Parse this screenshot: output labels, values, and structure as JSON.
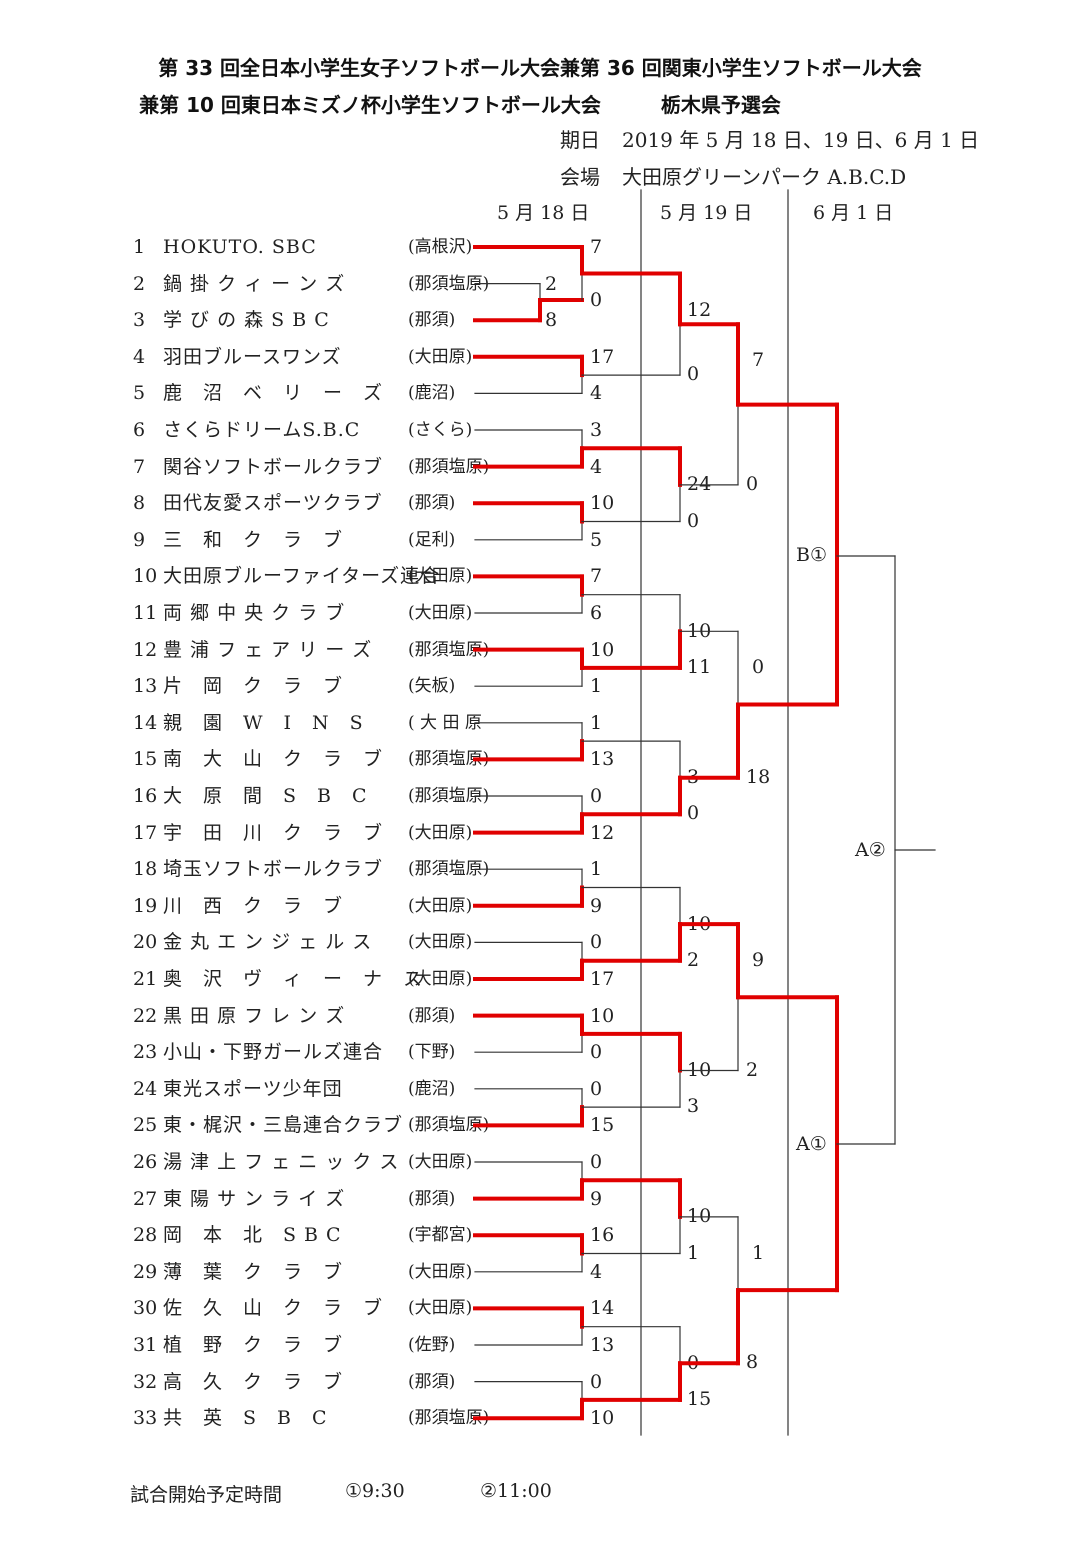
{
  "header": {
    "title_line1": "第 33 回全日本小学生女子ソフトボール大会兼第 36 回関東小学生ソフトボール大会",
    "title_line2": "兼第 10 回東日本ミズノ杯小学生ソフトボール大会　　　栃木県予選会",
    "date_label": "期日",
    "date_value": "2019 年 5 月 18 日、19 日、6 月 1 日",
    "venue_label": "会場",
    "venue_value": "大田原グリーンパーク A.B.C.D"
  },
  "days": [
    "5 月 18 日",
    "5 月 19 日",
    "6 月 1 日"
  ],
  "teams": [
    {
      "num": "1",
      "name": "HOKUTO. SBC",
      "pref": "(高根沢)"
    },
    {
      "num": "2",
      "name": "鍋 掛 ク ィ ー ン ズ",
      "pref": "(那須塩原)"
    },
    {
      "num": "3",
      "name": "学 び の 森 S B C",
      "pref": "(那須)"
    },
    {
      "num": "4",
      "name": "羽田ブルースワンズ",
      "pref": "(大田原)"
    },
    {
      "num": "5",
      "name": "鹿　沼　ベ　リ　ー　ズ",
      "pref": "(鹿沼)"
    },
    {
      "num": "6",
      "name": "さくらドリームS.B.C",
      "pref": "(さくら)"
    },
    {
      "num": "7",
      "name": "関谷ソフトボールクラブ",
      "pref": "(那須塩原)"
    },
    {
      "num": "8",
      "name": "田代友愛スポーツクラブ",
      "pref": "(那須)"
    },
    {
      "num": "9",
      "name": "三　和　ク　ラ　ブ",
      "pref": "(足利)"
    },
    {
      "num": "10",
      "name": "大田原ブルーファイターズ連合",
      "pref": "(大田原)"
    },
    {
      "num": "11",
      "name": "両 郷 中 央 ク ラ ブ",
      "pref": "(大田原)"
    },
    {
      "num": "12",
      "name": "豊 浦 フ ェ ア リ ー ズ",
      "pref": "(那須塩原)"
    },
    {
      "num": "13",
      "name": "片　岡　ク　ラ　ブ",
      "pref": "(矢板)"
    },
    {
      "num": "14",
      "name": "親　園　W　I　N　S",
      "pref": "( 大 田 原"
    },
    {
      "num": "15",
      "name": "南　大　山　ク　ラ　ブ",
      "pref": "(那須塩原)"
    },
    {
      "num": "16",
      "name": "大　原　間　S　B　C",
      "pref": "(那須塩原)"
    },
    {
      "num": "17",
      "name": "宇　田　川　ク　ラ　ブ",
      "pref": "(大田原)"
    },
    {
      "num": "18",
      "name": "埼玉ソフトボールクラブ",
      "pref": "(那須塩原)"
    },
    {
      "num": "19",
      "name": "川　西　ク　ラ　ブ",
      "pref": "(大田原)"
    },
    {
      "num": "20",
      "name": "金 丸 エ ン ジ ェ ル ス",
      "pref": "(大田原)"
    },
    {
      "num": "21",
      "name": "奥　沢　ヴ　ィ　ー　ナ　ス",
      "pref": "(大田原)"
    },
    {
      "num": "22",
      "name": "黒 田 原 フ レ ン ズ",
      "pref": "(那須)"
    },
    {
      "num": "23",
      "name": "小山・下野ガールズ連合",
      "pref": "(下野)"
    },
    {
      "num": "24",
      "name": "東光スポーツ少年団",
      "pref": "(鹿沼)"
    },
    {
      "num": "25",
      "name": "東・梶沢・三島連合クラブ",
      "pref": "(那須塩原)"
    },
    {
      "num": "26",
      "name": "湯 津 上 フ ェ ニ ッ ク ス",
      "pref": "(大田原)"
    },
    {
      "num": "27",
      "name": "東 陽 サ ン ラ イ ズ",
      "pref": "(那須)"
    },
    {
      "num": "28",
      "name": "岡　本　北　S B C",
      "pref": "(宇都宮)"
    },
    {
      "num": "29",
      "name": "薄　葉　ク　ラ　ブ",
      "pref": "(大田原)"
    },
    {
      "num": "30",
      "name": "佐　久　山　ク　ラ　ブ",
      "pref": "(大田原)"
    },
    {
      "num": "31",
      "name": "植　野　ク　ラ　ブ",
      "pref": "(佐野)"
    },
    {
      "num": "32",
      "name": "高　久　ク　ラ　ブ",
      "pref": "(那須)"
    },
    {
      "num": "33",
      "name": "共　英　S　B　C",
      "pref": "(那須塩原)"
    }
  ],
  "scores": {
    "prelim_2_3": [
      "2",
      "8"
    ],
    "round1": [
      "7",
      "0",
      "17",
      "4",
      "3",
      "4",
      "10",
      "5",
      "7",
      "6",
      "10",
      "1",
      "1",
      "13",
      "0",
      "12",
      "1",
      "9",
      "0",
      "17",
      "10",
      "0",
      "0",
      "15",
      "0",
      "9",
      "16",
      "4",
      "14",
      "13",
      "0",
      "10"
    ],
    "round2": [
      "12",
      "0",
      "24",
      "0",
      "10",
      "11",
      "3",
      "0",
      "10",
      "2",
      "10",
      "3",
      "10",
      "1",
      "0",
      "15"
    ],
    "round3": [
      "7",
      "0",
      "0",
      "18",
      "9",
      "2",
      "1",
      "8"
    ]
  },
  "pools": {
    "b1": "B①",
    "a1": "A①",
    "a2": "A②"
  },
  "footer": {
    "label": "試合開始予定時間",
    "time1": "①9:30",
    "time2": "②11:00"
  }
}
